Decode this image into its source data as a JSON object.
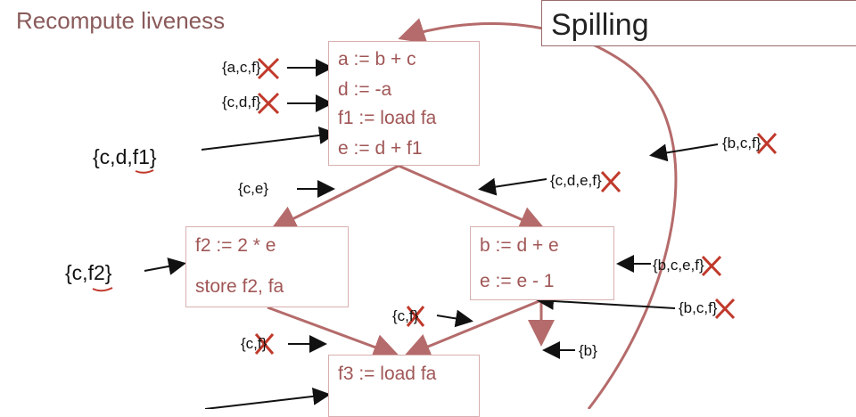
{
  "header": {
    "title": "Recompute liveness"
  },
  "slide": {
    "title": "Spilling"
  },
  "blocks": {
    "top": [
      "a := b + c",
      "d := -a",
      "f1 := load fa",
      "e := d + f1"
    ],
    "left": [
      "f2 := 2 * e",
      "store f2, fa"
    ],
    "right": [
      "b := d + e",
      "e := e - 1"
    ],
    "bottom": [
      "f3 := load fa"
    ]
  },
  "live_sets": {
    "s1": "{a,c,f}",
    "s2": "{c,d,f}",
    "s3": "{c,d,f1}",
    "s4": "{c,e}",
    "s5": "{c,d,e,f}",
    "s6": "{b,c,f}",
    "s7": "{c,f2}",
    "s8": "{b,c,e,f}",
    "s9": "{c,f}",
    "s10": "{b,c,f}",
    "s11": "{c,f}",
    "s12": "{b}"
  },
  "colors": {
    "arrow": "#b56b6b",
    "text": "#a05656",
    "ink": "#111111",
    "cross": "#c0392b"
  }
}
